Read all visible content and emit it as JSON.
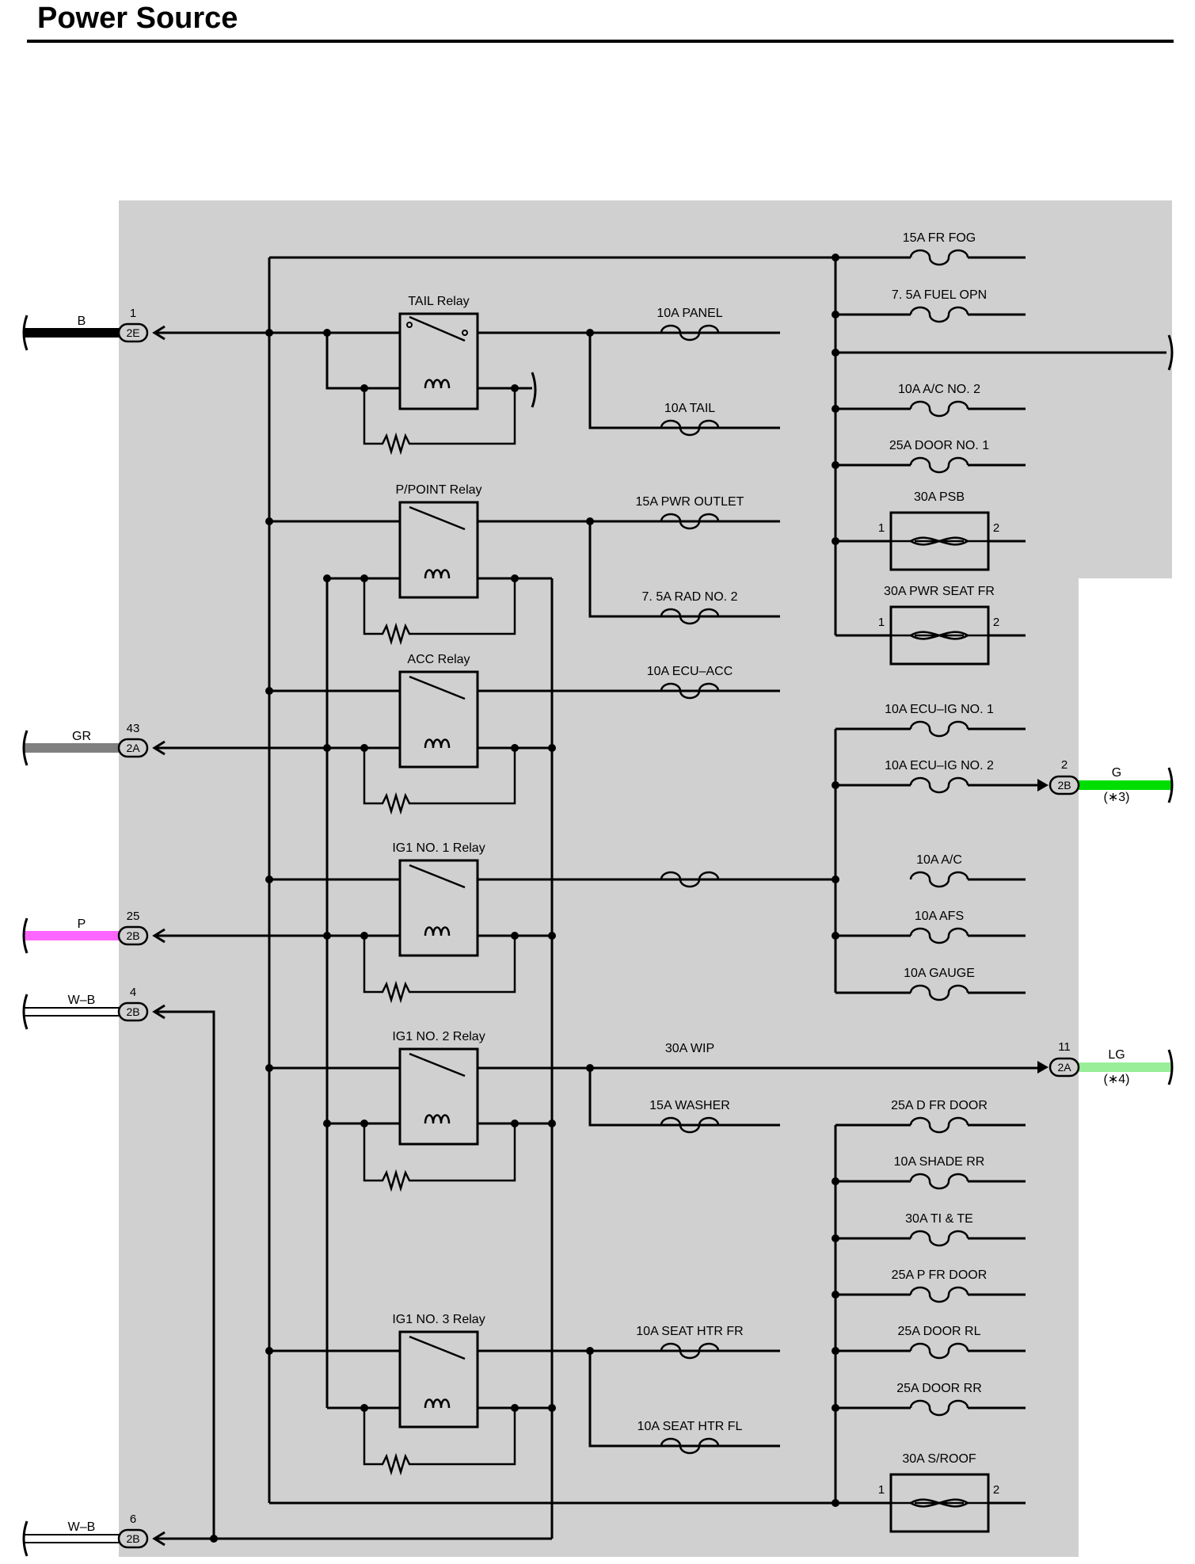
{
  "title": "Power Source",
  "colors": {
    "panel": "#d0d0d0",
    "wire_B": "#000000",
    "wire_GR": "#808080",
    "wire_P": "#ff66ff",
    "wire_WB": "#ffffff",
    "wire_G": "#00dd00",
    "wire_LG": "#99ee99"
  },
  "relays": [
    {
      "label": "TAIL Relay"
    },
    {
      "label": "P/POINT Relay"
    },
    {
      "label": "ACC Relay"
    },
    {
      "label": "IG1 NO. 1 Relay"
    },
    {
      "label": "IG1 NO. 2 Relay"
    },
    {
      "label": "IG1 NO. 3 Relay"
    }
  ],
  "middle_fuses": [
    {
      "label": "10A PANEL"
    },
    {
      "label": "10A TAIL"
    },
    {
      "label": "15A PWR OUTLET"
    },
    {
      "label": "7. 5A RAD NO. 2"
    },
    {
      "label": "10A ECU–ACC"
    },
    {
      "label": "30A WIP"
    },
    {
      "label": "15A WASHER"
    },
    {
      "label": "10A SEAT HTR FR"
    },
    {
      "label": "10A SEAT HTR FL"
    }
  ],
  "right_fuses": [
    {
      "label": "15A FR FOG"
    },
    {
      "label": "7. 5A FUEL OPN"
    },
    {
      "label": "10A A/C NO. 2"
    },
    {
      "label": "25A DOOR NO. 1"
    },
    {
      "label": "10A ECU–IG NO. 1"
    },
    {
      "label": "10A ECU–IG NO. 2"
    },
    {
      "label": "10A A/C"
    },
    {
      "label": "10A AFS"
    },
    {
      "label": "10A GAUGE"
    },
    {
      "label": "25A D FR DOOR"
    },
    {
      "label": "10A SHADE RR"
    },
    {
      "label": "30A TI & TE"
    },
    {
      "label": "25A P FR DOOR"
    },
    {
      "label": "25A DOOR RL"
    },
    {
      "label": "25A DOOR RR"
    }
  ],
  "fusible_links": [
    {
      "label": "30A PSB",
      "pin_in": "1",
      "pin_out": "2"
    },
    {
      "label": "30A PWR SEAT FR",
      "pin_in": "1",
      "pin_out": "2"
    },
    {
      "label": "30A S/ROOF",
      "pin_in": "1",
      "pin_out": "2"
    }
  ],
  "inputs": [
    {
      "wire": "B",
      "pin": "1",
      "connector": "2E"
    },
    {
      "wire": "GR",
      "pin": "43",
      "connector": "2A"
    },
    {
      "wire": "P",
      "pin": "25",
      "connector": "2B"
    },
    {
      "wire": "W–B",
      "pin": "4",
      "connector": "2B"
    },
    {
      "wire": "W–B",
      "pin": "6",
      "connector": "2B"
    }
  ],
  "outputs": [
    {
      "wire": "G",
      "pin": "2",
      "connector": "2B",
      "note": "(∗3)"
    },
    {
      "wire": "LG",
      "pin": "11",
      "connector": "2A",
      "note": "(∗4)"
    }
  ]
}
